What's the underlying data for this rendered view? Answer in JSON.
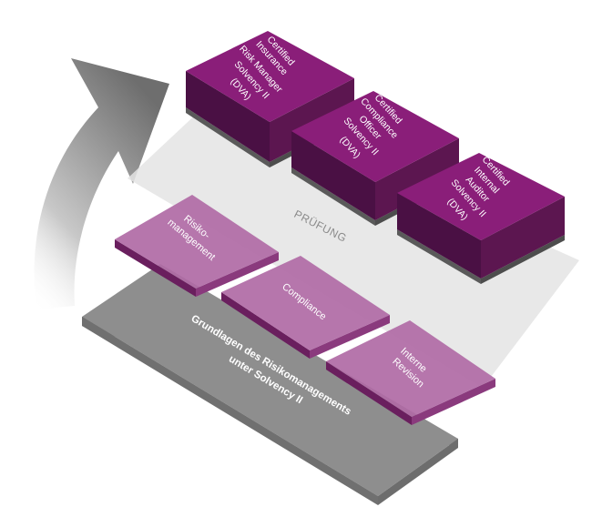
{
  "diagram": {
    "base_label": [
      "Grundlagen des Risikomanagements",
      "unter Solvency II"
    ],
    "exam_label": "PRÜFUNG",
    "modules": [
      {
        "lines": [
          "Risiko-",
          "management"
        ]
      },
      {
        "lines": [
          "Compliance"
        ]
      },
      {
        "lines": [
          "Interne",
          "Revision"
        ]
      }
    ],
    "certificates": [
      {
        "lines": [
          "Certified",
          "Insurance",
          "Risk Manager",
          "Solvency II",
          "(DVA)"
        ]
      },
      {
        "lines": [
          "Certified",
          "Compliance",
          "Officer",
          "Solvency II",
          "(DVA)"
        ]
      },
      {
        "lines": [
          "Certified",
          "Internal",
          "Auditor",
          "Solvency II",
          "(DVA)"
        ]
      }
    ]
  },
  "colors": {
    "purple_top": "#8a1e79",
    "purple_right": "#5c1650",
    "purple_left": "#4a1044",
    "module_top": "#b873ad",
    "module_side": "#7c2a6f",
    "base_grey": "#8e8e8e",
    "base_edge": "#5e5e5e",
    "exam_plane": "#e8e8e8",
    "arrow_dark": "#6e6e6e"
  }
}
